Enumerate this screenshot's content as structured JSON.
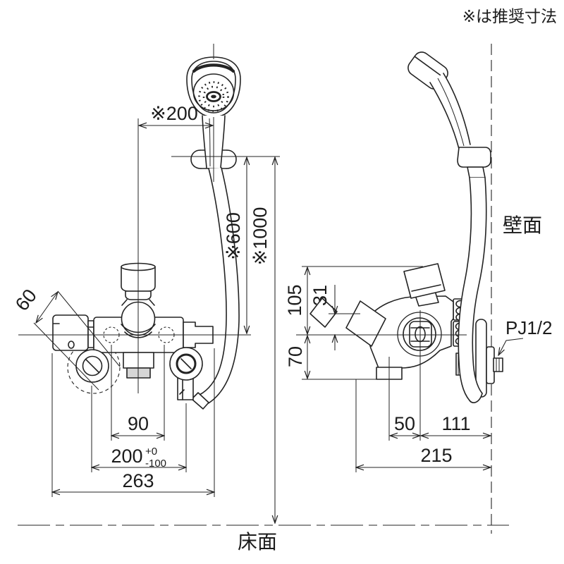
{
  "note": "※は推奨寸法",
  "front_view": {
    "dim_holder_offset": "※200",
    "dim_holder_to_center": "※600",
    "dim_holder_to_floor": "※1000",
    "dim_inlet_pitch": "90",
    "dim_leg_pitch": "200",
    "dim_leg_pitch_tol_upper": "+0",
    "dim_leg_pitch_tol_lower": "-100",
    "dim_overall_width": "263",
    "dim_handle_swing": "60"
  },
  "side_view": {
    "dim_handle_top_to_center": "105",
    "dim_body_top_to_center": "31",
    "dim_center_to_spout_bottom": "70",
    "dim_spout_to_valve": "50",
    "dim_valve_to_wall": "111",
    "dim_overall_depth": "215",
    "wall_label": "壁面",
    "pipe_thread": "PJ1/2"
  },
  "floor_label": "床面"
}
